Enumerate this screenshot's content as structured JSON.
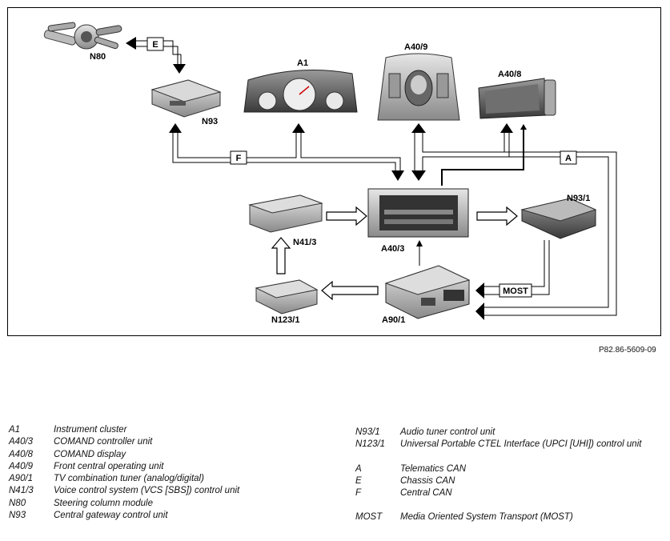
{
  "diagram": {
    "labels": {
      "n80": "N80",
      "a1": "A1",
      "a40_9": "A40/9",
      "a40_8": "A40/8",
      "n93": "N93",
      "a40_3": "A40/3",
      "n41_3": "N41/3",
      "n93_1": "N93/1",
      "n123_1": "N123/1",
      "a90_1": "A90/1"
    },
    "bus_tags": {
      "e": "E",
      "f": "F",
      "a": "A",
      "most": "MOST"
    }
  },
  "reference": "P82.86-5609-09",
  "legend": {
    "left": [
      {
        "code": "A1",
        "desc": "Instrument cluster"
      },
      {
        "code": "A40/3",
        "desc": "COMAND controller unit"
      },
      {
        "code": "A40/8",
        "desc": "COMAND display"
      },
      {
        "code": "A40/9",
        "desc": "Front central operating unit"
      },
      {
        "code": "A90/1",
        "desc": "TV combination tuner (analog/digital)"
      },
      {
        "code": "N41/3",
        "desc": "Voice control system (VCS [SBS]) control unit"
      },
      {
        "code": "N80",
        "desc": "Steering column module"
      },
      {
        "code": "N93",
        "desc": "Central gateway control unit"
      }
    ],
    "right_units": [
      {
        "code": "N93/1",
        "desc": "Audio tuner control unit"
      },
      {
        "code": "N123/1",
        "desc": "Universal Portable CTEL Interface (UPCI [UHI]) control unit"
      }
    ],
    "right_buses": [
      {
        "code": "A",
        "desc": "Telematics CAN"
      },
      {
        "code": "E",
        "desc": "Chassis CAN"
      },
      {
        "code": "F",
        "desc": "Central CAN"
      }
    ],
    "right_most": [
      {
        "code": "MOST",
        "desc": "Media Oriented System Transport (MOST)"
      }
    ]
  }
}
